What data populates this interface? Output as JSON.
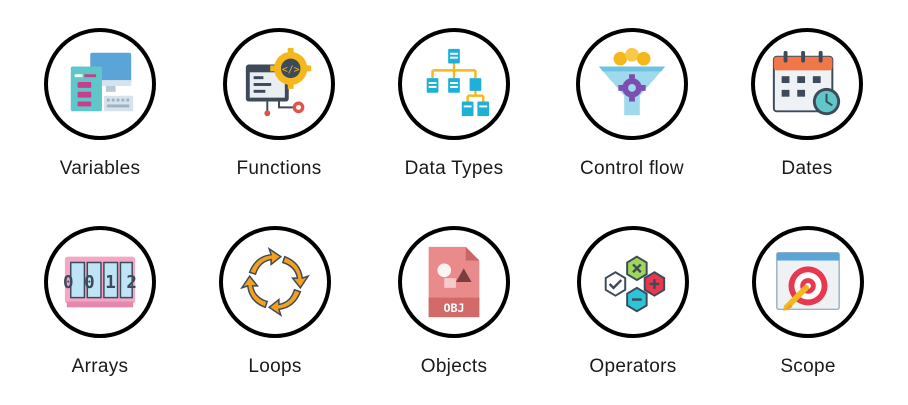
{
  "topics": [
    {
      "label": "Variables",
      "icon": "variables-icon"
    },
    {
      "label": "Functions",
      "icon": "functions-icon"
    },
    {
      "label": "Data Types",
      "icon": "data-types-icon"
    },
    {
      "label": "Control flow",
      "icon": "control-flow-icon"
    },
    {
      "label": "Dates",
      "icon": "dates-icon"
    },
    {
      "label": "Arrays",
      "icon": "arrays-icon"
    },
    {
      "label": "Loops",
      "icon": "loops-icon"
    },
    {
      "label": "Objects",
      "icon": "objects-icon"
    },
    {
      "label": "Operators",
      "icon": "operators-icon"
    },
    {
      "label": "Scope",
      "icon": "scope-icon"
    }
  ],
  "icon_text": {
    "arrays_digits": "0 0 1 2",
    "objects_ext": "OBJ"
  }
}
